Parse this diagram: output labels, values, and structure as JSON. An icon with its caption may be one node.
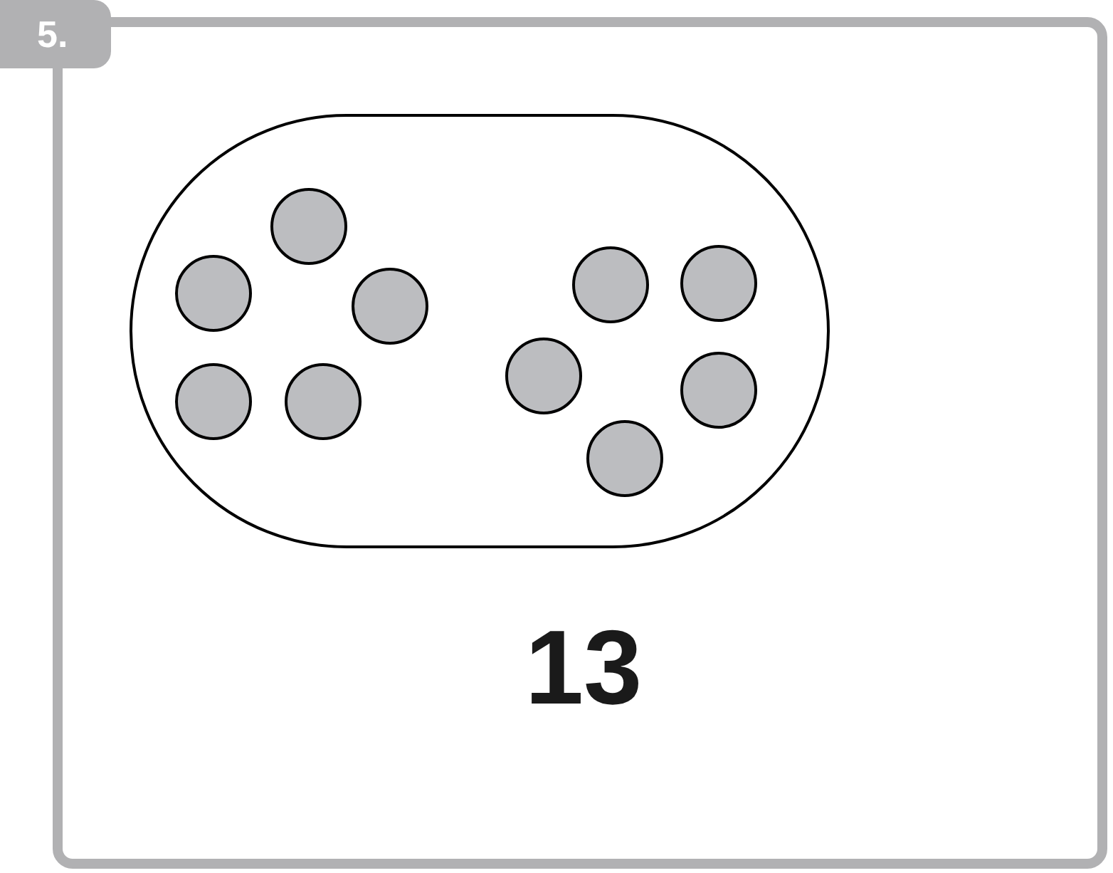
{
  "diagram": {
    "nodes": [
      {
        "text": [],
        "shape": "ellipse"
      },
      {
        "text": [],
        "shape": "circle",
        "in": 0
      },
      {
        "text": [],
        "shape": "circle",
        "in": 0
      },
      {
        "text": [],
        "shape": "circle",
        "in": 0
      },
      {
        "text": [],
        "shape": "circle",
        "in": 0
      },
      {
        "text": [],
        "shape": "circle",
        "in": 0
      },
      {
        "text": [],
        "shape": "circle",
        "in": 0
      },
      {
        "text": [],
        "shape": "circle",
        "in": 0
      },
      {
        "text": [],
        "shape": "circle",
        "in": 0
      },
      {
        "text": [],
        "shape": "circle",
        "in": 0
      },
      {
        "text": [],
        "shape": "circle",
        "in": 0
      }
    ],
    "labels": [
      "5.",
      "13"
    ]
  }
}
